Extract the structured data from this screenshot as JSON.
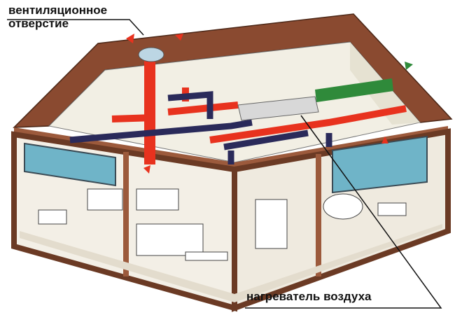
{
  "labels": {
    "vent_line1": "вентиляционное",
    "vent_line2": "отверстие",
    "heater": "нагреватель воздуха"
  },
  "colors": {
    "roof": "#8a4a30",
    "wall": "#9c5a3c",
    "supply_duct": "#e8321e",
    "return_duct": "#2a2a5a",
    "fresh_air_duct": "#2f8a3a",
    "heater_box": "#d8d8d8",
    "window": "#6fb4c8"
  }
}
